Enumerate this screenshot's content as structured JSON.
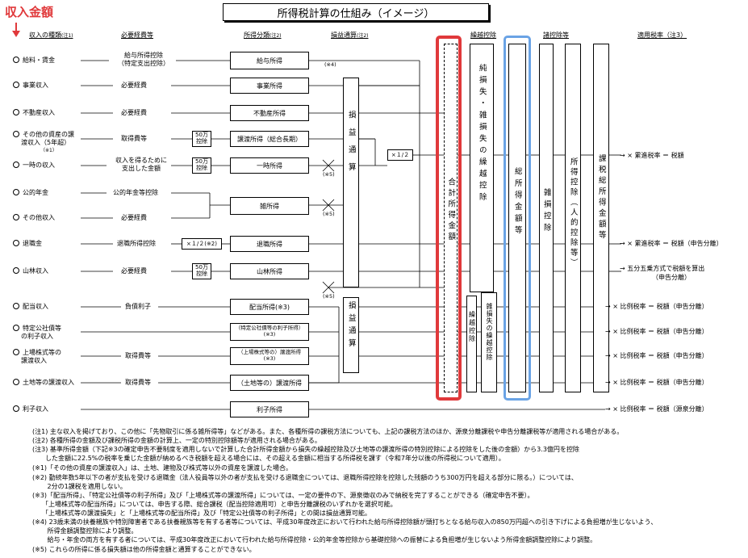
{
  "title": "所得税計算の仕組み（イメージ）",
  "top_label": "収入金額",
  "colors": {
    "red": "#e0393b",
    "blue": "#6aa3e5"
  },
  "headers": {
    "income_type": "収入の種類",
    "income_type_note": "(注1)",
    "expenses": "必要経費等",
    "income_class": "所得分類",
    "income_class_note": "(注2)",
    "offset": "損益通算",
    "offset_note": "(注2)",
    "carryforward": "繰越控除",
    "deductions": "諸控除等",
    "rate": "適用税率（注3）"
  },
  "rows": [
    {
      "income": "給料・賃金",
      "expense1": "給与所得控除",
      "expense2": "（特定支出控除）",
      "class": "給与所得"
    },
    {
      "income": "事業収入",
      "expense1": "必要経費",
      "class": "事業所得"
    },
    {
      "income": "不動産収入",
      "expense1": "必要経費",
      "class": "不動産所得"
    },
    {
      "income": "その他の資産の譲",
      "income2": "渡収入（5年超）",
      "income3": "（※1）",
      "expense1": "取得費等",
      "small": "50万\n控除",
      "class": "譲渡所得（総合長期）"
    },
    {
      "income": "一時の収入",
      "expense1": "収入を得るために",
      "expense2": "支出した金額",
      "small": "50万\n控除",
      "class": "一時所得"
    },
    {
      "income": "公的年金",
      "expense1": "公的年金等控除"
    },
    {
      "income": "その他収入",
      "expense1": "必要経費",
      "class": "雑所得"
    },
    {
      "income": "退職金",
      "expense1": "退職所得控除",
      "small_wide": "×１/２(※2)",
      "class": "退職所得"
    },
    {
      "income": "山林収入",
      "expense1": "必要経費",
      "small": "50万\n控除",
      "class": "山林所得"
    },
    {
      "income": "配当収入",
      "expense1": "負債利子",
      "class": "配当所得(※3)"
    },
    {
      "income": "特定公社債等",
      "income2": "の利子収入",
      "class": "（特定公社債等の利子所得）",
      "class2": "(※3)"
    },
    {
      "income": "上場株式等の",
      "income2": "譲渡収入",
      "expense1": "取得費等",
      "class": "（上場株式等の）譲渡所得",
      "class2": "(※3)"
    },
    {
      "income": "土地等の譲渡収入",
      "expense1": "取得費等",
      "class": "（土地等の）譲渡所得"
    },
    {
      "income": "利子収入",
      "class": "利子所得"
    }
  ],
  "marks": {
    "m4": "(※4)",
    "m5": "(※5)",
    "half": "×１/２"
  },
  "vertical": {
    "offset1": "損益通算",
    "offset2": "損益通算",
    "total_income": "合計所得金額",
    "net_loss": "純損失・雑損失の繰越控除",
    "carry2": "繰越控除",
    "misc_loss": "雑損失の繰越控除",
    "gross_income": "総所得金額等",
    "misc_deduction": "雑損控除",
    "personal_deduction": "所得控除（人的控除等）",
    "taxable_income": "課税総所得金額等"
  },
  "rates": [
    "→ × 累進税率 ＝ 税額",
    "→ × 累進税率 ＝ 税額（申告分離）",
    "→ 五分五乗方式で税額を算出",
    "（申告分離）",
    "→ × 比例税率 ＝ 税額（申告分離）",
    "→ × 比例税率 ＝ 税額（申告分離）",
    "→ × 比例税率 ＝ 税額（申告分離）",
    "→ × 比例税率 ＝ 税額（申告分離）",
    "→ × 比例税率 ＝ 税額（源泉分離）"
  ],
  "notes": [
    "(注1) 主な収入を掲げており、この他に「先物取引に係る雑所得等」などがある。また、各種所得の課税方法についても、上記の課税方法のほか、源泉分離課税や申告分離課税等が適用される場合がある。",
    "(注2) 各種所得の金額及び課税所得の金額の計算上、一定の特別控除額等が適用される場合がある。",
    "(注3) 基準所得金額（下記※3の確定申告不要制度を適用しないで計算した合計所得金額から損失の繰越控除及び土地等の譲渡所得の特別控除による控除をした後の金額）から3.3億円を控除",
    "　　した金額に22.5%の税率を乗じた金額が納めるべき税額を超える場合には、その超える金額に相当する所得税を課す（令和7年分以後の所得税について適用）。",
    "(※1)「その他の資産の譲渡収入」は、土地、建物及び株式等以外の資産を譲渡した場合。",
    "(※2) 勤続年数5年以下の者が支払を受ける退職金（法人役員等以外の者が支払を受ける退職金については、退職所得控除を控除した残額のうち300万円を超える部分に限る。）については、",
    "　　 2分の1課税を適用しない。",
    "(※3)「配当所得」、「特定公社債等の利子所得」及び「上場株式等の譲渡所得」については、一定の要件の下、源泉徴収のみで納税を完了することができる（確定申告不要）。",
    "　　「上場株式等の配当所得」については、申告する際、総合課税（配当控除適用可）と申告分離課税のいずれかを選択可能。",
    "　　「上場株式等の譲渡損失」と「上場株式等の配当所得」及び「特定公社債等の利子所得」との間は損益通算可能。",
    "(※4) 23歳未満の扶養親族や特別障害者である扶養親族等を有する者等については、平成30年度改正において行われた給与所得控除額が頭打ちとなる給与収入の850万円超への引き下げによる負担増が生じないよう、",
    "　　 所得金額調整控除により調整。",
    "　　 給与・年金の両方を有する者については、平成30年度改正において行われた給与所得控除・公的年金等控除から基礎控除への振替による負担増が生じないよう所得金額調整控除により調整。",
    "(※5) これらの所得に係る損失額は他の所得金額と通算することができない。"
  ]
}
